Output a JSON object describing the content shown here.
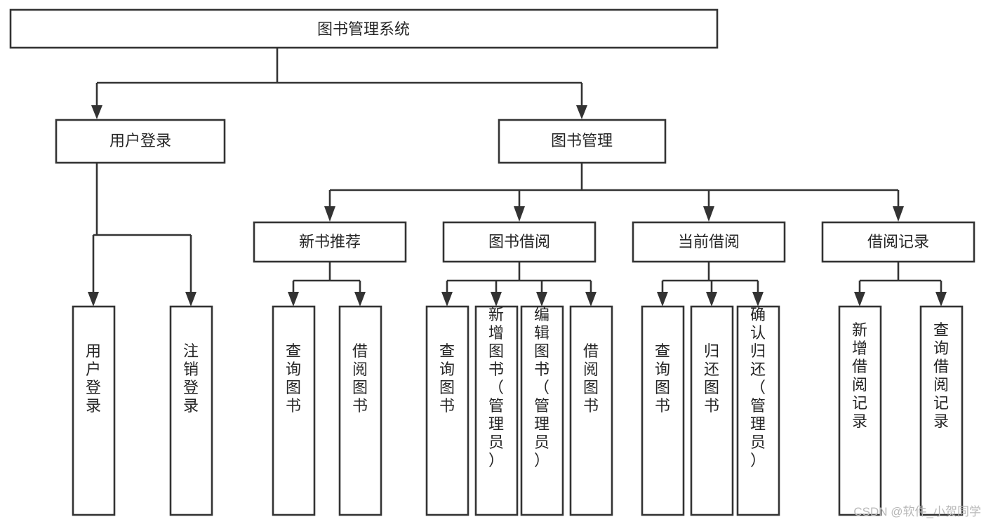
{
  "diagram": {
    "type": "tree-hierarchy-chart",
    "title": "图书管理系统",
    "orientation": "top-down",
    "colors": {
      "box_fill": "#ffffff",
      "box_stroke": "#333333",
      "text": "#262626",
      "background": "#ffffff",
      "watermark": "#b8b8b8"
    },
    "levels": [
      {
        "level": 1,
        "nodes": [
          {
            "id": "root",
            "label": "图书管理系统",
            "orientation": "horizontal"
          }
        ]
      },
      {
        "level": 2,
        "nodes": [
          {
            "id": "login",
            "label": "用户登录",
            "orientation": "horizontal",
            "parent": "root"
          },
          {
            "id": "bookmgmt",
            "label": "图书管理",
            "orientation": "horizontal",
            "parent": "root"
          }
        ]
      },
      {
        "level": 3,
        "nodes": [
          {
            "id": "newbook",
            "label": "新书推荐",
            "orientation": "horizontal",
            "parent": "bookmgmt"
          },
          {
            "id": "borrow",
            "label": "图书借阅",
            "orientation": "horizontal",
            "parent": "bookmgmt"
          },
          {
            "id": "current",
            "label": "当前借阅",
            "orientation": "horizontal",
            "parent": "bookmgmt"
          },
          {
            "id": "records",
            "label": "借阅记录",
            "orientation": "horizontal",
            "parent": "bookmgmt"
          }
        ]
      },
      {
        "level": 4,
        "nodes": [
          {
            "id": "leaf1",
            "label": "用户登录",
            "orientation": "vertical",
            "parent": "login"
          },
          {
            "id": "leaf2",
            "label": "注销登录",
            "orientation": "vertical",
            "parent": "login"
          },
          {
            "id": "leaf3",
            "label": "查询图书",
            "orientation": "vertical",
            "parent": "newbook"
          },
          {
            "id": "leaf4",
            "label": "借阅图书",
            "orientation": "vertical",
            "parent": "newbook"
          },
          {
            "id": "leaf5",
            "label": "查询图书",
            "orientation": "vertical",
            "parent": "borrow"
          },
          {
            "id": "leaf6",
            "label": "新增图书（管理员）",
            "orientation": "vertical",
            "parent": "borrow"
          },
          {
            "id": "leaf7",
            "label": "编辑图书（管理员）",
            "orientation": "vertical",
            "parent": "borrow"
          },
          {
            "id": "leaf8",
            "label": "借阅图书",
            "orientation": "vertical",
            "parent": "borrow"
          },
          {
            "id": "leaf9",
            "label": "查询图书",
            "orientation": "vertical",
            "parent": "current"
          },
          {
            "id": "leaf10",
            "label": "归还图书",
            "orientation": "vertical",
            "parent": "current"
          },
          {
            "id": "leaf11",
            "label": "确认归还（管理员）",
            "orientation": "vertical",
            "parent": "current"
          },
          {
            "id": "leaf12",
            "label": "新增借阅记录",
            "orientation": "vertical",
            "parent": "records"
          },
          {
            "id": "leaf13",
            "label": "查询借阅记录",
            "orientation": "vertical",
            "parent": "records"
          }
        ]
      }
    ]
  },
  "watermark": {
    "text": "CSDN @软件_小贺同学"
  }
}
